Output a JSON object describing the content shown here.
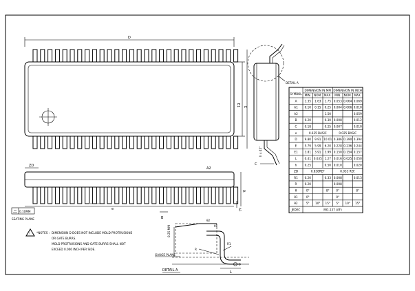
{
  "labels": {
    "dim_D": "D",
    "dim_E1": "E1",
    "dim_E": "E",
    "dim_C": "C",
    "dim_ZD": "ZD",
    "dim_A": "A",
    "dim_A1": "A1",
    "dim_A2": "A2",
    "dim_B": "B",
    "dim_e": "e",
    "dim_L": "L",
    "dim_h45": "h x 45°",
    "dim_R": "R",
    "dim_R1": "R1",
    "dim_theta": "θ",
    "dim_theta1": "θ1",
    "dim_theta2": "θ2",
    "detail_a_callout": "DETAIL A",
    "detail_a_title": "DETAIL A",
    "gauge_plane": "GAUGE PLANE",
    "gauge_dim": "0.25 MM",
    "tolerance": "0.10MM",
    "seating_plane": "SEATING PLANE"
  },
  "notes": {
    "heading": "*NOTES :",
    "lines": [
      "DIMENSION D DOES NOT INCLUDE MOLD PROTRUSIONS",
      "OR GATE BURRS.",
      "MOLD PROTRUSIONS AND GATE BURRS SHALL NOT",
      "EXCEED 0.006 INCH PER SIDE."
    ]
  },
  "table": {
    "symbol_header": "SYMBOL",
    "mm_header": "DIMENSION IN MM",
    "inch_header": "DIMENSION IN INCH",
    "sub_headers": [
      "MIN.",
      "NOM.",
      "MAX.",
      "MIN.",
      "NOM.",
      "MAX."
    ],
    "rows": [
      {
        "symbol": "A",
        "cells": [
          "1.35",
          "1.63",
          "1.75",
          "0.053",
          "0.064",
          "0.069"
        ]
      },
      {
        "symbol": "A1",
        "cells": [
          "0.10",
          "0.15",
          "0.25",
          "0.004",
          "0.006",
          "0.010"
        ]
      },
      {
        "symbol": "A2",
        "cells": [
          "",
          "",
          "1.50",
          "",
          "",
          "0.059"
        ]
      },
      {
        "symbol": "B",
        "cells": [
          "0.20",
          "",
          "0.30",
          "0.008",
          "",
          "0.012"
        ]
      },
      {
        "symbol": "C",
        "cells": [
          "0.18",
          "",
          "0.25",
          "0.007",
          "",
          "0.010"
        ]
      },
      {
        "symbol": "e",
        "span_mm": "0.635 BASIC",
        "span_inch": "0.025 BASIC"
      },
      {
        "symbol": "D",
        "cells": [
          "9.80",
          "9.91",
          "10.01",
          "0.386",
          "0.390",
          "0.394"
        ]
      },
      {
        "symbol": "E",
        "cells": [
          "5.79",
          "5.99",
          "6.20",
          "0.228",
          "0.236",
          "0.244"
        ]
      },
      {
        "symbol": "E1",
        "cells": [
          "3.81",
          "3.91",
          "3.99",
          "0.150",
          "0.154",
          "0.157"
        ]
      },
      {
        "symbol": "L",
        "cells": [
          "0.41",
          "0.635",
          "1.27",
          "0.016",
          "0.025",
          "0.050"
        ]
      },
      {
        "symbol": "h",
        "cells": [
          "0.25",
          "",
          "0.50",
          "0.010",
          "",
          "0.020"
        ]
      },
      {
        "symbol": "ZD",
        "span_mm": "0.838REF",
        "span_inch": "0.033 REF."
      },
      {
        "symbol": "R1",
        "cells": [
          "0.20",
          "",
          "0.33",
          "0.008",
          "",
          "0.013"
        ]
      },
      {
        "symbol": "R",
        "cells": [
          "0.20",
          "",
          "",
          "0.008",
          "",
          ""
        ]
      },
      {
        "symbol": "θ",
        "cells": [
          "0°",
          "",
          "8°",
          "0°",
          "",
          "8°"
        ]
      },
      {
        "symbol": "θ1",
        "cells": [
          "0°",
          "",
          "",
          "0°",
          "",
          ""
        ]
      },
      {
        "symbol": "θ2",
        "cells": [
          "5°",
          "10°",
          "15°",
          "5°",
          "10°",
          "15°"
        ]
      },
      {
        "symbol": "JEDEC",
        "span_all": "MO-137 (AF)"
      }
    ]
  }
}
